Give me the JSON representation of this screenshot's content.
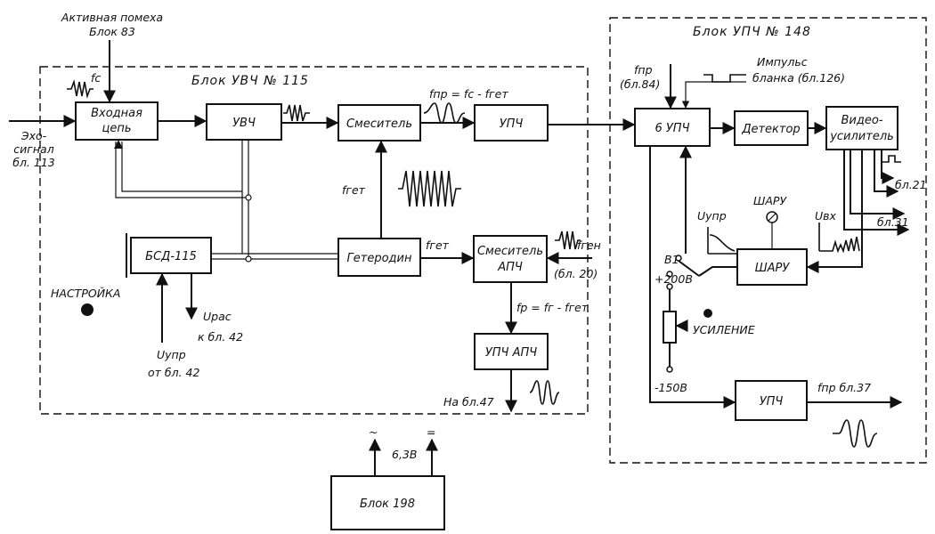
{
  "units": {
    "uvch_title": "Блок УВЧ № 115",
    "upch_title": "Блок УПЧ № 148"
  },
  "blocks": {
    "input_circuit": [
      "Входная",
      "цепь"
    ],
    "uvch": "УВЧ",
    "mixer": "Смеситель",
    "upch1": "УПЧ",
    "bsd": "БСД-115",
    "local_osc": "Гетеродин",
    "afc_mixer": [
      "Смеситель",
      "АПЧ"
    ],
    "afc_amp": "УПЧ АПЧ",
    "upch6": "6 УПЧ",
    "detector": "Детектор",
    "video_amp": [
      "Видео-",
      "усилитель"
    ],
    "aru": "ШАРУ",
    "upch_out": "УПЧ",
    "block198": "Блок 198"
  },
  "labels": {
    "active_jam": [
      "Активная помеха",
      "Блок 83"
    ],
    "echo": [
      "Эхо-",
      "сигнал",
      "бл. 113"
    ],
    "fc": "fс",
    "fpr_eq": "fпр = fс - fгет",
    "fget_vert": "fгет",
    "fget_horiz": "fгет",
    "fgen": "fген",
    "bl20": "(бл. 20)",
    "fp_eq": "fр = fг - fгет",
    "na_bl47": "На бл.47",
    "nastroika": "НАСТРОЙКА",
    "urac": [
      "Uрас",
      "к бл. 42"
    ],
    "uupr_in": [
      "Uупр",
      "от бл. 42"
    ],
    "fpr_top": [
      "fпр",
      "(бл.84)"
    ],
    "blank": [
      "Импульс",
      "бланка (бл.126)"
    ],
    "uupr": "Uупр",
    "aru_top": "ШАРУ",
    "ubx": "Uвх",
    "b1": "B1",
    "plus200": "+200В",
    "minus150": "-150В",
    "usilenie": "УСИЛЕНИЕ",
    "bl21": "бл.21",
    "bl31": "бл.31",
    "fpr_bl37": "fпр бл.37",
    "ac": "~",
    "v63": "6,3В",
    "dc": "="
  }
}
